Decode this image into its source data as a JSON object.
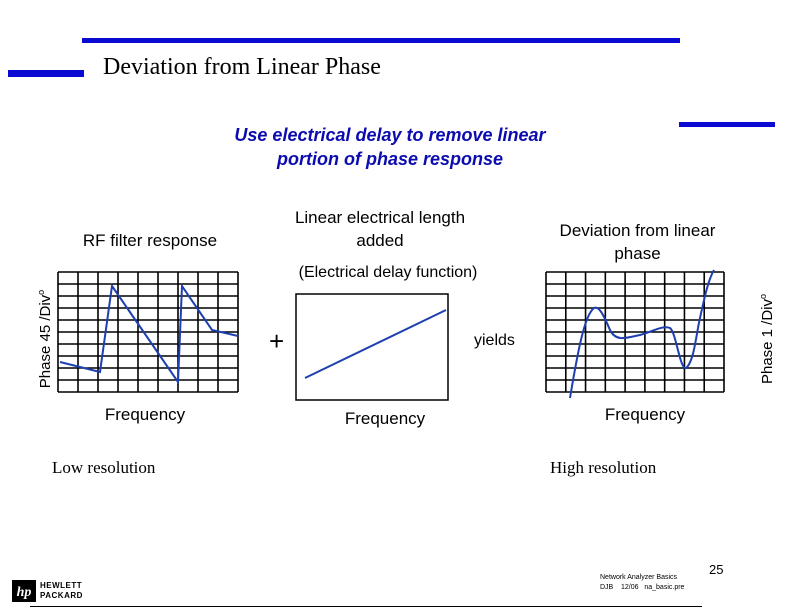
{
  "slide": {
    "title": "Deviation from Linear Phase",
    "subtitle_line1": "Use electrical delay to remove linear",
    "subtitle_line2": "portion of phase response",
    "page_number": "25",
    "footer_line1": "Network Analyzer Basics",
    "footer_line2": "DJB    12/06   na_basic.pre",
    "logo_line1": "HEWLETT",
    "logo_line2": "PACKARD",
    "colors": {
      "accent_bar": "#0a0ad2",
      "subtitle": "#0b0bb0",
      "trace": "#1e3fb0"
    }
  },
  "panels": {
    "rf_filter": {
      "title": "RF filter response",
      "xlabel": "Frequency",
      "ylabel": "Phase 45 /Div",
      "ylabel_superscript": "o",
      "note": "Low resolution"
    },
    "delay": {
      "title_line1": "Linear electrical length",
      "title_line2": "added",
      "subtitle": "(Electrical delay function)",
      "xlabel": "Frequency",
      "plus": "+",
      "yields": "yields"
    },
    "deviation": {
      "title_line1": "Deviation from linear",
      "title_line2": "phase",
      "xlabel": "Frequency",
      "ylabel": "Phase 1 /Div",
      "ylabel_superscript": "o",
      "note": "High resolution"
    }
  }
}
